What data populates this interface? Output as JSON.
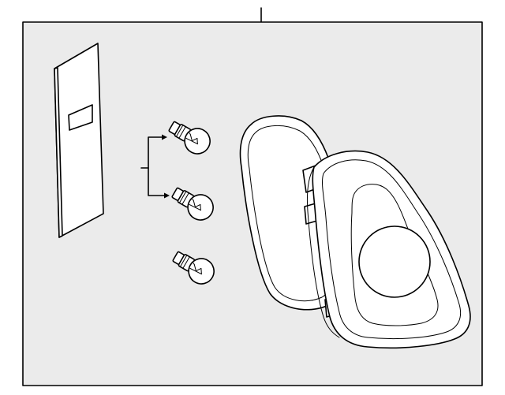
{
  "diagram": {
    "background_color": "#ebebeb",
    "line_color": "#000000",
    "parts": [
      {
        "name": "gasket-panel",
        "icon": "gasket-icon"
      },
      {
        "name": "bulb-upper",
        "icon": "bulb-icon"
      },
      {
        "name": "bulb-middle",
        "icon": "bulb-icon"
      },
      {
        "name": "bulb-lower",
        "icon": "bulb-icon"
      },
      {
        "name": "lamp-housing-back",
        "icon": "housing-icon"
      },
      {
        "name": "tail-lamp-assembly",
        "icon": "tail-lamp-icon"
      }
    ]
  }
}
